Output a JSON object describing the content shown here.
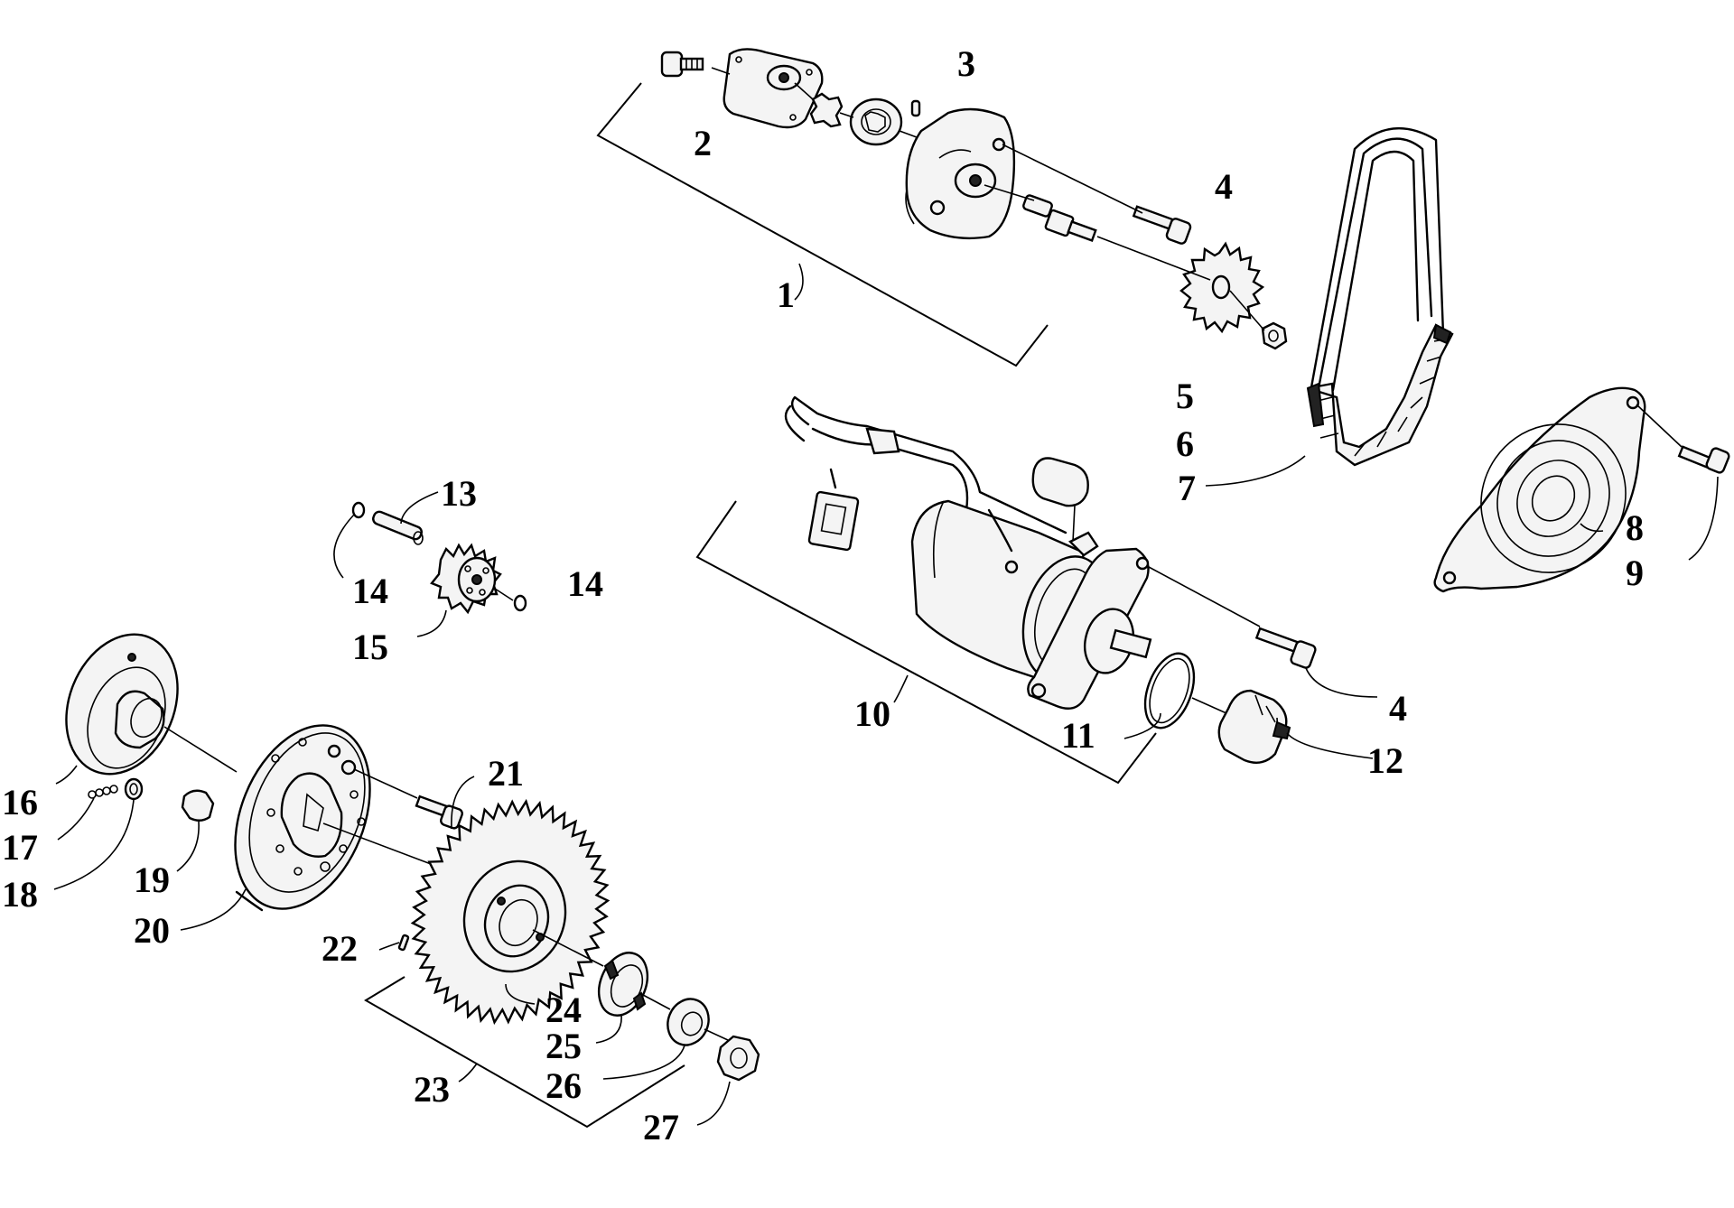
{
  "callouts": {
    "c1": "1",
    "c2": "2",
    "c3": "3",
    "c4a": "4",
    "c4b": "4",
    "c5": "5",
    "c6": "6",
    "c7": "7",
    "c8": "8",
    "c9": "9",
    "c10": "10",
    "c11": "11",
    "c12": "12",
    "c13": "13",
    "c14a": "14",
    "c14b": "14",
    "c15": "15",
    "c16": "16",
    "c17": "17",
    "c18": "18",
    "c19": "19",
    "c20": "20",
    "c21": "21",
    "c22": "22",
    "c23": "23",
    "c24": "24",
    "c25": "25",
    "c26": "26",
    "c27": "27"
  }
}
